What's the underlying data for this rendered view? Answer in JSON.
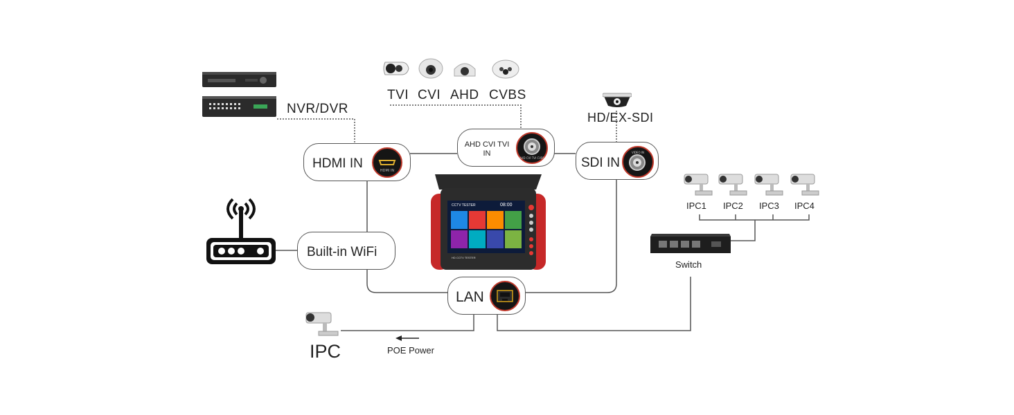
{
  "labels": {
    "nvr_dvr": "NVR/DVR",
    "tvi": "TVI",
    "cvi": "CVI",
    "ahd": "AHD",
    "cvbs": "CVBS",
    "hd_ex_sdi": "HD/EX-SDI",
    "ipc1": "IPC1",
    "ipc2": "IPC2",
    "ipc3": "IPC3",
    "ipc4": "IPC4",
    "switch": "Switch",
    "ipc": "IPC",
    "poe_power": "POE Power"
  },
  "boxes": {
    "hdmi_in": "HDMI IN",
    "analog_in": "AHD CVI TVI IN",
    "sdi_in": "SDI IN",
    "wifi": "Built-in WiFi",
    "lan": "LAN"
  },
  "device": {
    "title": "CCTV TESTER",
    "time": "08:00",
    "footer": "HD CCTV TESTER"
  },
  "connector_labels": {
    "hdmi": "HDMI IN",
    "bnc_analog": "AHD CVI TVI CVBS",
    "bnc_sdi": "VIDEO IN"
  },
  "colors": {
    "device_red": "#c62828",
    "accent_red": "#c0392b",
    "line": "#555555",
    "tile_colors": [
      "#1e88e5",
      "#e53935",
      "#fb8c00",
      "#43a047",
      "#8e24aa",
      "#00acc1",
      "#3949ab",
      "#7cb342"
    ]
  }
}
